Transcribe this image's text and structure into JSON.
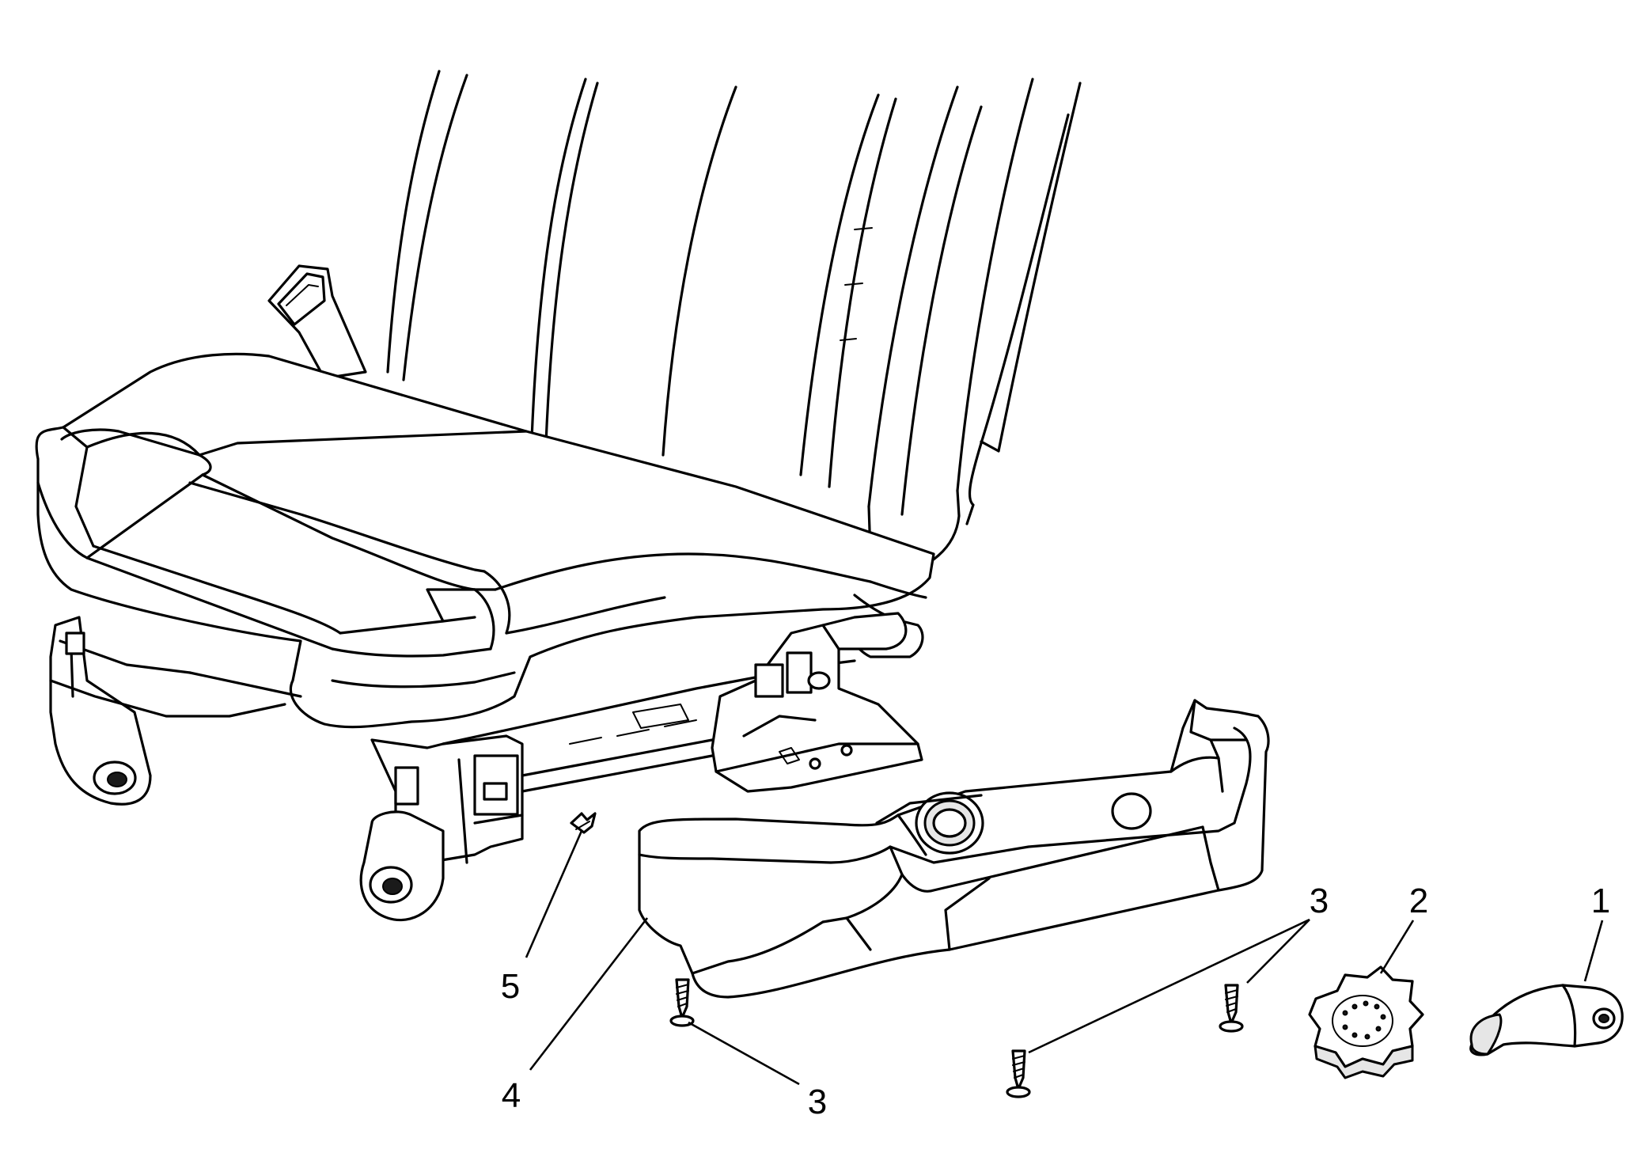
{
  "diagram": {
    "callouts": [
      {
        "id": "c1",
        "label": "1"
      },
      {
        "id": "c2",
        "label": "2"
      },
      {
        "id": "c3a",
        "label": "3"
      },
      {
        "id": "c3b",
        "label": "3"
      },
      {
        "id": "c4",
        "label": "4"
      },
      {
        "id": "c5",
        "label": "5"
      }
    ]
  }
}
